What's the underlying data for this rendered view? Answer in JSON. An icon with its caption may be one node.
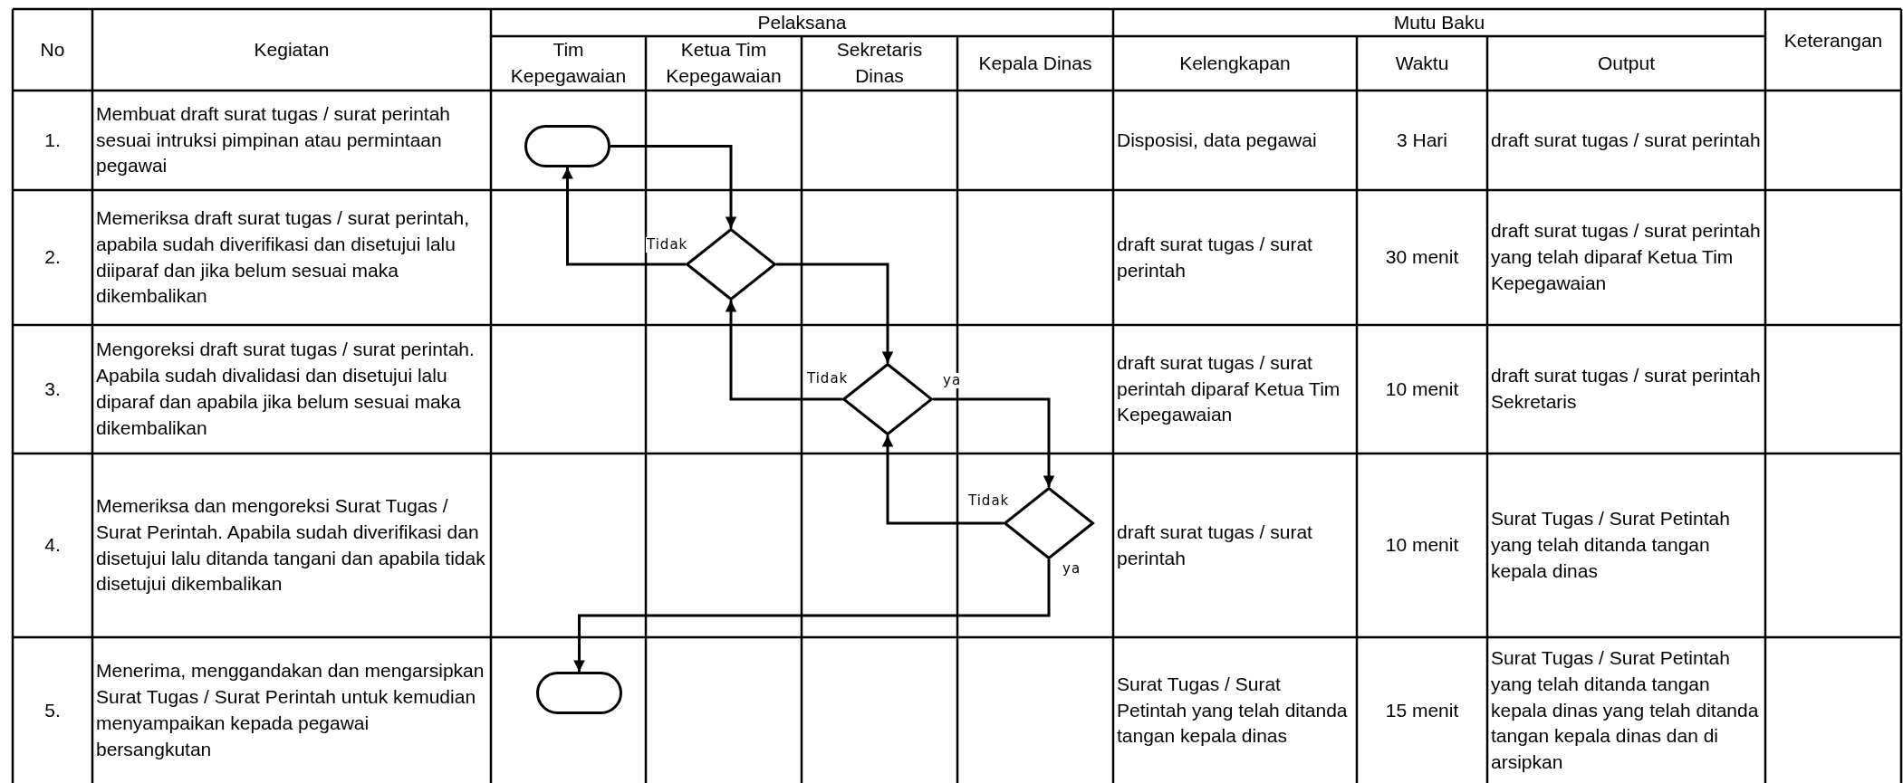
{
  "diagram": {
    "nodes": [
      {
        "text": [],
        "shape": "box"
      },
      {
        "text": [],
        "shape": "diamond"
      },
      {
        "text": [],
        "shape": "diamond"
      },
      {
        "text": [],
        "shape": "diamond"
      },
      {
        "text": [],
        "shape": "box"
      }
    ],
    "edges": [
      {
        "from": 0,
        "to": 1,
        "arrow": "to"
      },
      {
        "from": 1,
        "to": 0,
        "arrow": "to",
        "label": "Tidak"
      },
      {
        "from": 1,
        "to": 2,
        "arrow": "to"
      },
      {
        "from": 2,
        "to": 1,
        "arrow": "to",
        "label": "Tidak"
      },
      {
        "from": 2,
        "to": 3,
        "arrow": "to",
        "label": "ya"
      },
      {
        "from": 3,
        "to": 2,
        "arrow": "to",
        "label": "Tidak"
      },
      {
        "from": 3,
        "to": 4,
        "arrow": "to",
        "label": "ya"
      }
    ],
    "labels": [
      "No",
      "Kegiatan",
      "Pelaksana",
      "Mutu Baku",
      "Keterangan",
      "Tim Kepegawaian",
      "Ketua Tim Kepegawaian",
      "Sekretaris Dinas",
      "Kepala Dinas",
      "Kelengkapan",
      "Waktu",
      "Output",
      "1.",
      "Membuat draft surat tugas / surat perintah sesuai intruksi pimpinan atau permintaan pegawai",
      "Disposisi, data pegawai",
      "3  Hari",
      "draft surat tugas / surat perintah",
      "2.",
      "Memeriksa draft surat tugas / surat perintah,  apabila sudah diverifikasi dan disetujui lalu diiparaf dan jika belum sesuai maka dikembalikan",
      "draft surat tugas / surat perintah",
      "30 menit",
      "draft surat tugas / surat perintah  yang telah diparaf Ketua Tim Kepegawaian",
      "3.",
      "Mengoreksi draft surat tugas / surat perintah. Apabila sudah divalidasi dan disetujui lalu diparaf  dan apabila jika belum sesuai maka dikembalikan",
      "draft surat tugas / surat perintah diparaf Ketua Tim Kepegawaian",
      "10 menit",
      "draft surat tugas / surat perintah Sekretaris",
      "4.",
      "Memeriksa dan mengoreksi  Surat Tugas / Surat Perintah. Apabila sudah diverifikasi dan disetujui lalu ditanda tangani dan apabila tidak disetujui dikembalikan",
      "draft surat tugas / surat perintah",
      "10 menit",
      "Surat Tugas / Surat Petintah yang telah ditanda tangan kepala dinas",
      "5.",
      "Menerima, menggandakan dan mengarsipkan  Surat Tugas / Surat Perintah untuk kemudian menyampaikan kepada pegawai bersangkutan",
      "Surat Tugas / Surat Petintah yang telah ditanda tangan kepala dinas",
      "15 menit",
      "Surat Tugas / Surat Petintah yang telah ditanda tangan kepala dinas yang telah ditanda tangan kepala dinas dan di arsipkan"
    ]
  }
}
